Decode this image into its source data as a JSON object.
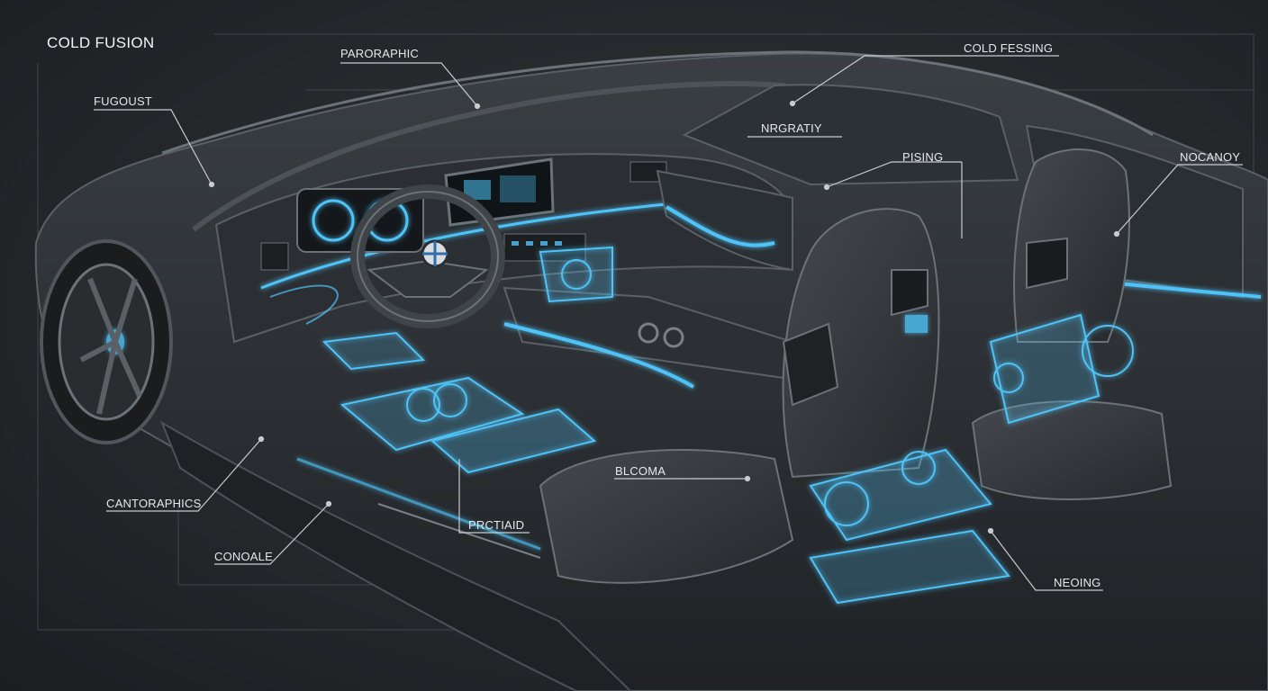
{
  "title": "COLD FUSION",
  "labels": {
    "parographic": "PARORAPHIC",
    "cold_fessing": "COLD FESSING",
    "fugoust": "FUGOUST",
    "nrgratiy": "NRGRATIY",
    "pising": "PISING",
    "nocanoy": "NOCANOY",
    "blcoma": "BLCOMA",
    "cantoraphics": "CANTORAPHICS",
    "prctiaid": "PRCTIAID",
    "conoale": "CONOALE",
    "neoing": "NEOING"
  },
  "colors": {
    "background": "#25292c",
    "line": "#c8ccd0",
    "body": "#2b2f33",
    "body_edge": "#5a6066",
    "glow": "#4fc3f7"
  }
}
